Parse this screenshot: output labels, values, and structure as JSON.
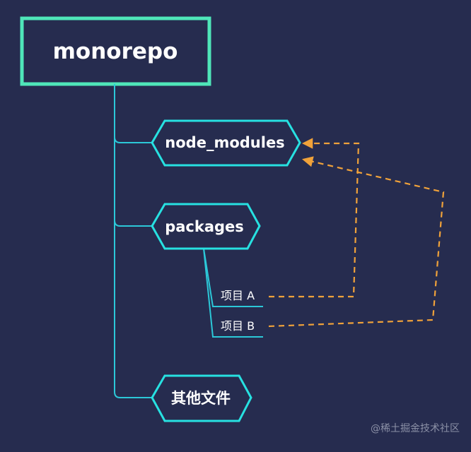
{
  "colors": {
    "background": "#262c4f",
    "root_border": "#4fe6b9",
    "node_border": "#27e1e1",
    "line": "#2cc8d8",
    "dashed_arrow": "#f0a23a",
    "text": "#ffffff",
    "watermark": "#8b90a6"
  },
  "root": {
    "label": "monorepo"
  },
  "nodes": {
    "node_modules": "node_modules",
    "packages": "packages",
    "other_files": "其他文件"
  },
  "packages_children": {
    "project_a": "项目 A",
    "project_b": "项目 B"
  },
  "watermark": "@稀土掘金技术社区"
}
